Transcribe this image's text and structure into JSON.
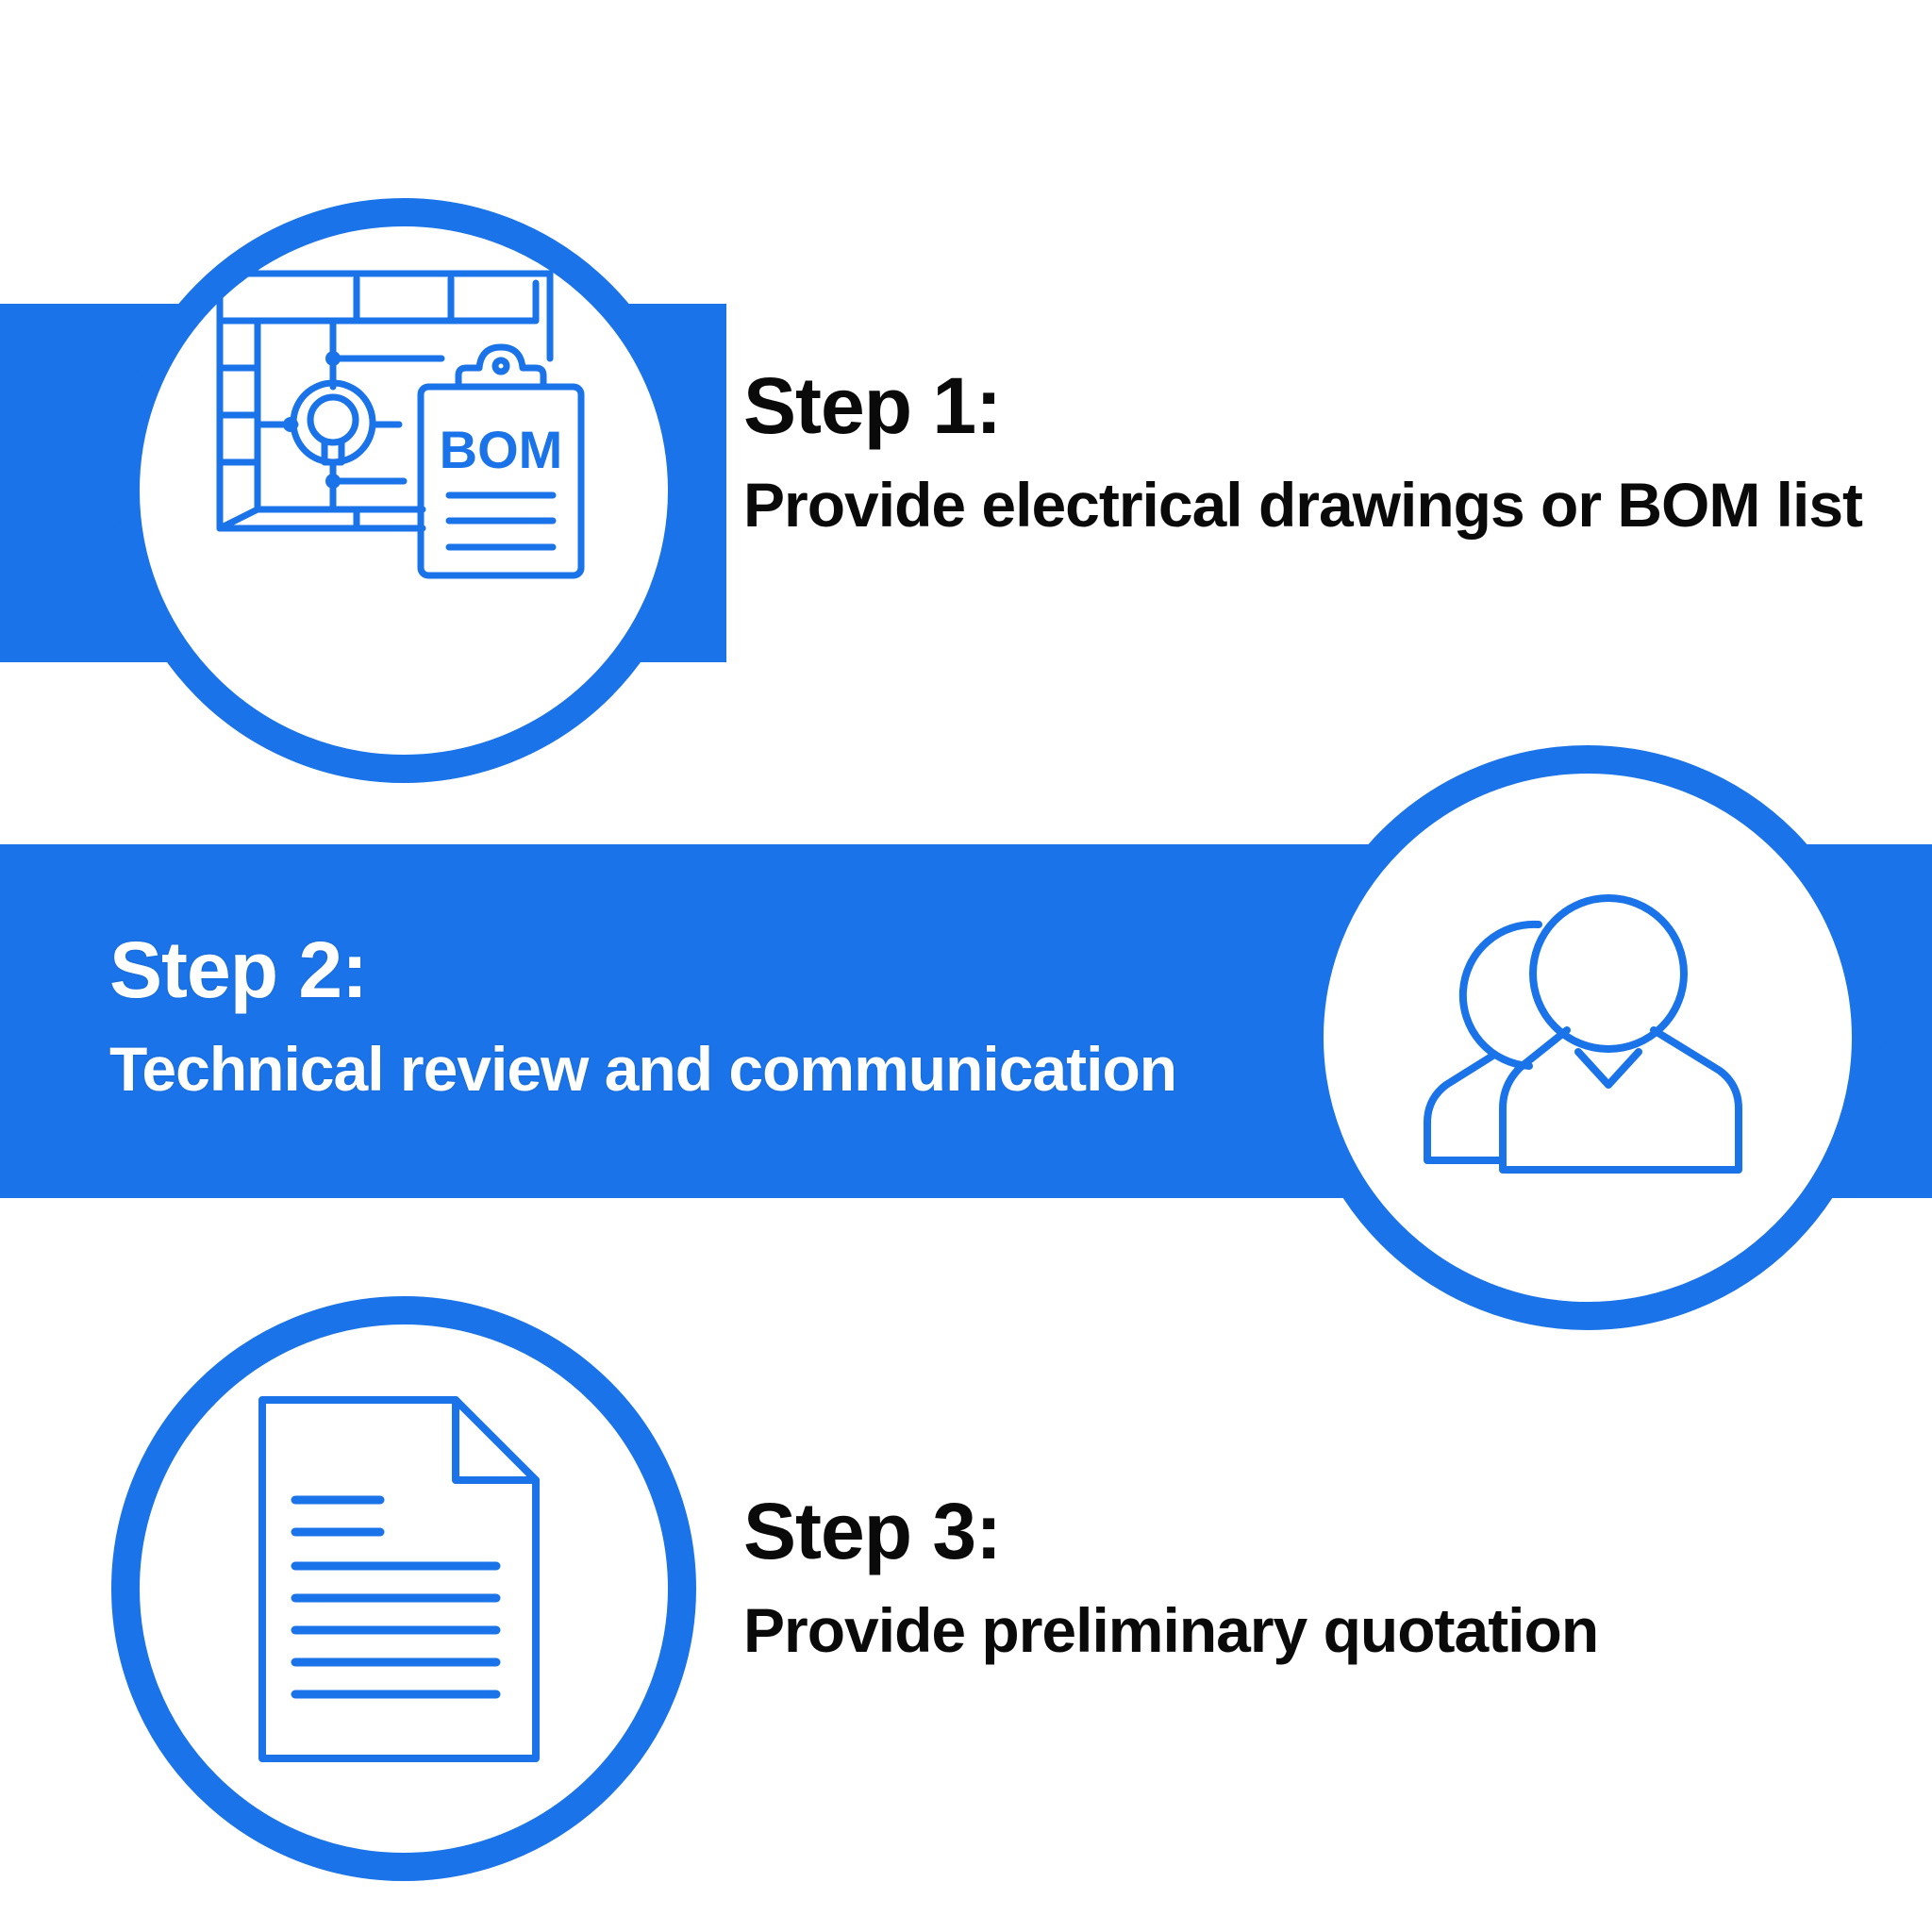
{
  "colors": {
    "accent": "#1a73e8",
    "text": "#0a0a0a",
    "background": "#ffffff"
  },
  "steps": [
    {
      "title": "Step 1:",
      "description": "Provide electrical drawings or BOM list",
      "icon": "blueprint-bom-icon",
      "icon_text": "BOM"
    },
    {
      "title": "Step 2:",
      "description": "Technical review and communication",
      "icon": "people-icon"
    },
    {
      "title": "Step 3:",
      "description": "Provide preliminary quotation",
      "icon": "document-icon"
    }
  ]
}
